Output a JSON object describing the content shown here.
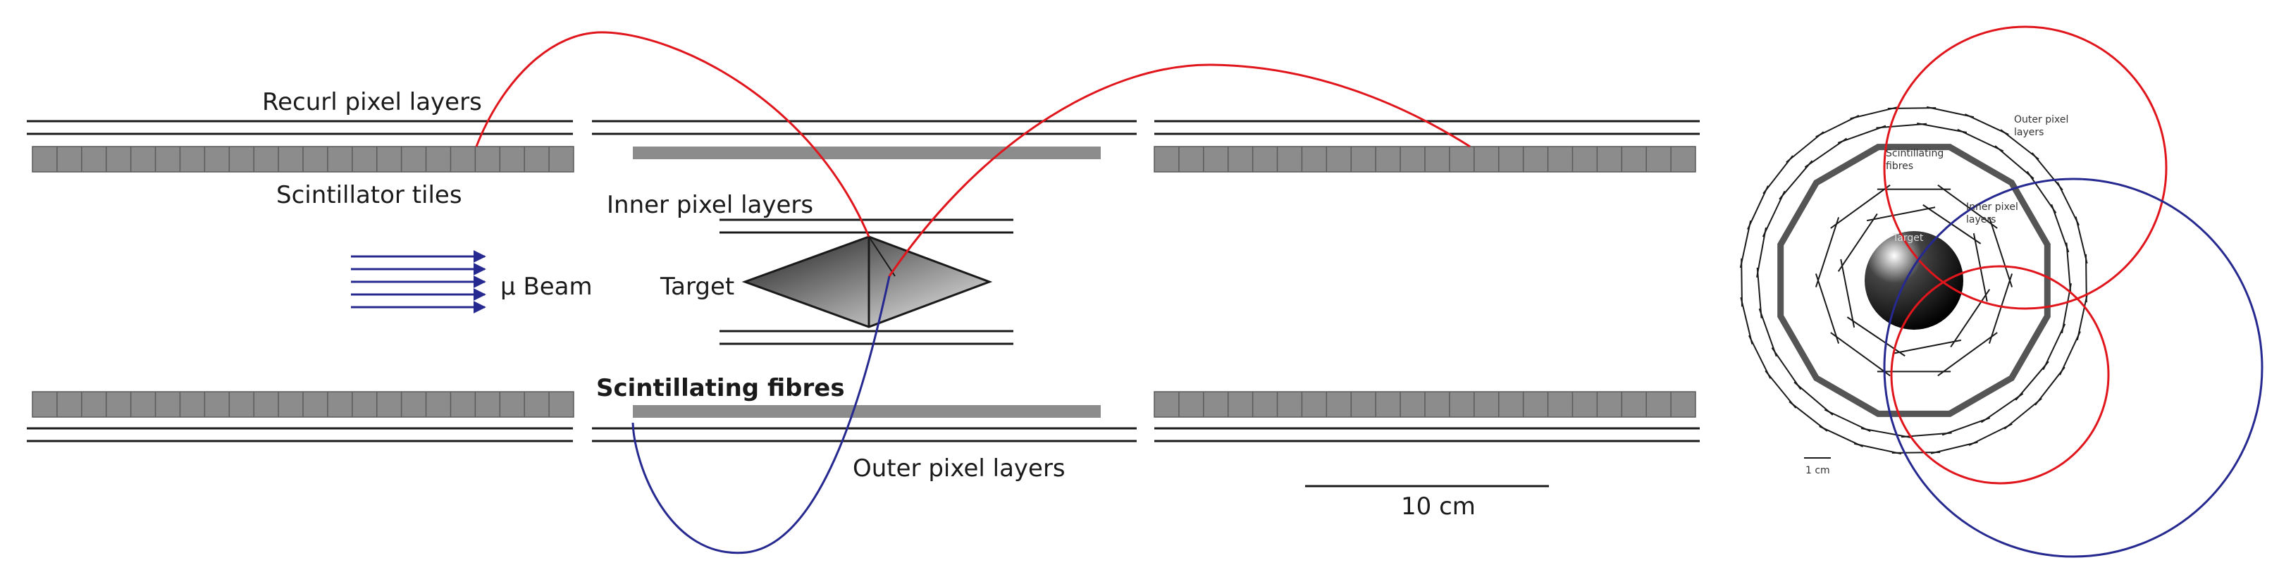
{
  "labels": {
    "recurl_pixel_layers": "Recurl pixel layers",
    "scintillator_tiles": "Scintillator tiles",
    "inner_pixel_layers": "Inner pixel layers",
    "beam": "μ Beam",
    "target": "Target",
    "scintillating_fibres": "Scintillating fibres",
    "outer_pixel_layers": "Outer pixel layers",
    "scale_bar": "10 cm"
  },
  "inset_labels": {
    "outer_pixel_layers_1": "Outer pixel",
    "outer_pixel_layers_2": "layers",
    "scintillating_fibres_1": "Scintillating",
    "scintillating_fibres_2": "fibres",
    "inner_pixel_layers_1": "Inner pixel",
    "inner_pixel_layers_2": "layers",
    "target": "Target",
    "scale_bar": "1 cm"
  },
  "colors": {
    "positive_track": "#e0161c",
    "negative_track": "#26298f",
    "beam_arrows": "#26298f",
    "tile": "#8c8c8c",
    "fibre": "#8c8c8c",
    "layer_line": "#1a1a1a"
  }
}
